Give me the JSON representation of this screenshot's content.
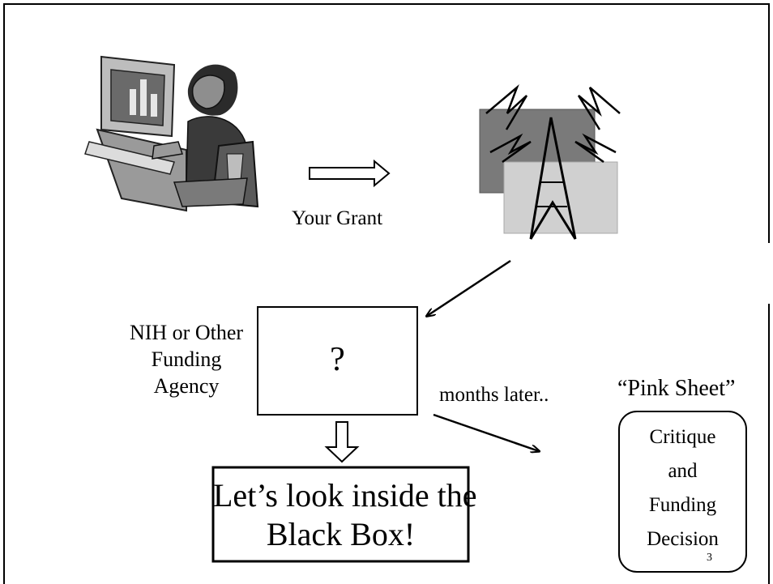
{
  "diagram": {
    "grant_label": "Your Grant",
    "agency_label_lines": [
      "NIH or Other",
      "Funding",
      "Agency"
    ],
    "box_question": "?",
    "months_label": "months later..",
    "pink_sheet_label": "“Pink Sheet”",
    "critique_lines": [
      "Critique",
      "and",
      "Funding",
      "Decision"
    ],
    "black_box_lines": [
      "Let’s look inside the",
      "Black Box!"
    ],
    "slide_number": "3"
  },
  "icons": [
    "computer-user-icon",
    "broadcast-tower-icon"
  ],
  "colors": {
    "ink": "#000000",
    "dark_gray": "#7a7a7a",
    "light_gray": "#d0d0d0",
    "background": "#ffffff"
  }
}
